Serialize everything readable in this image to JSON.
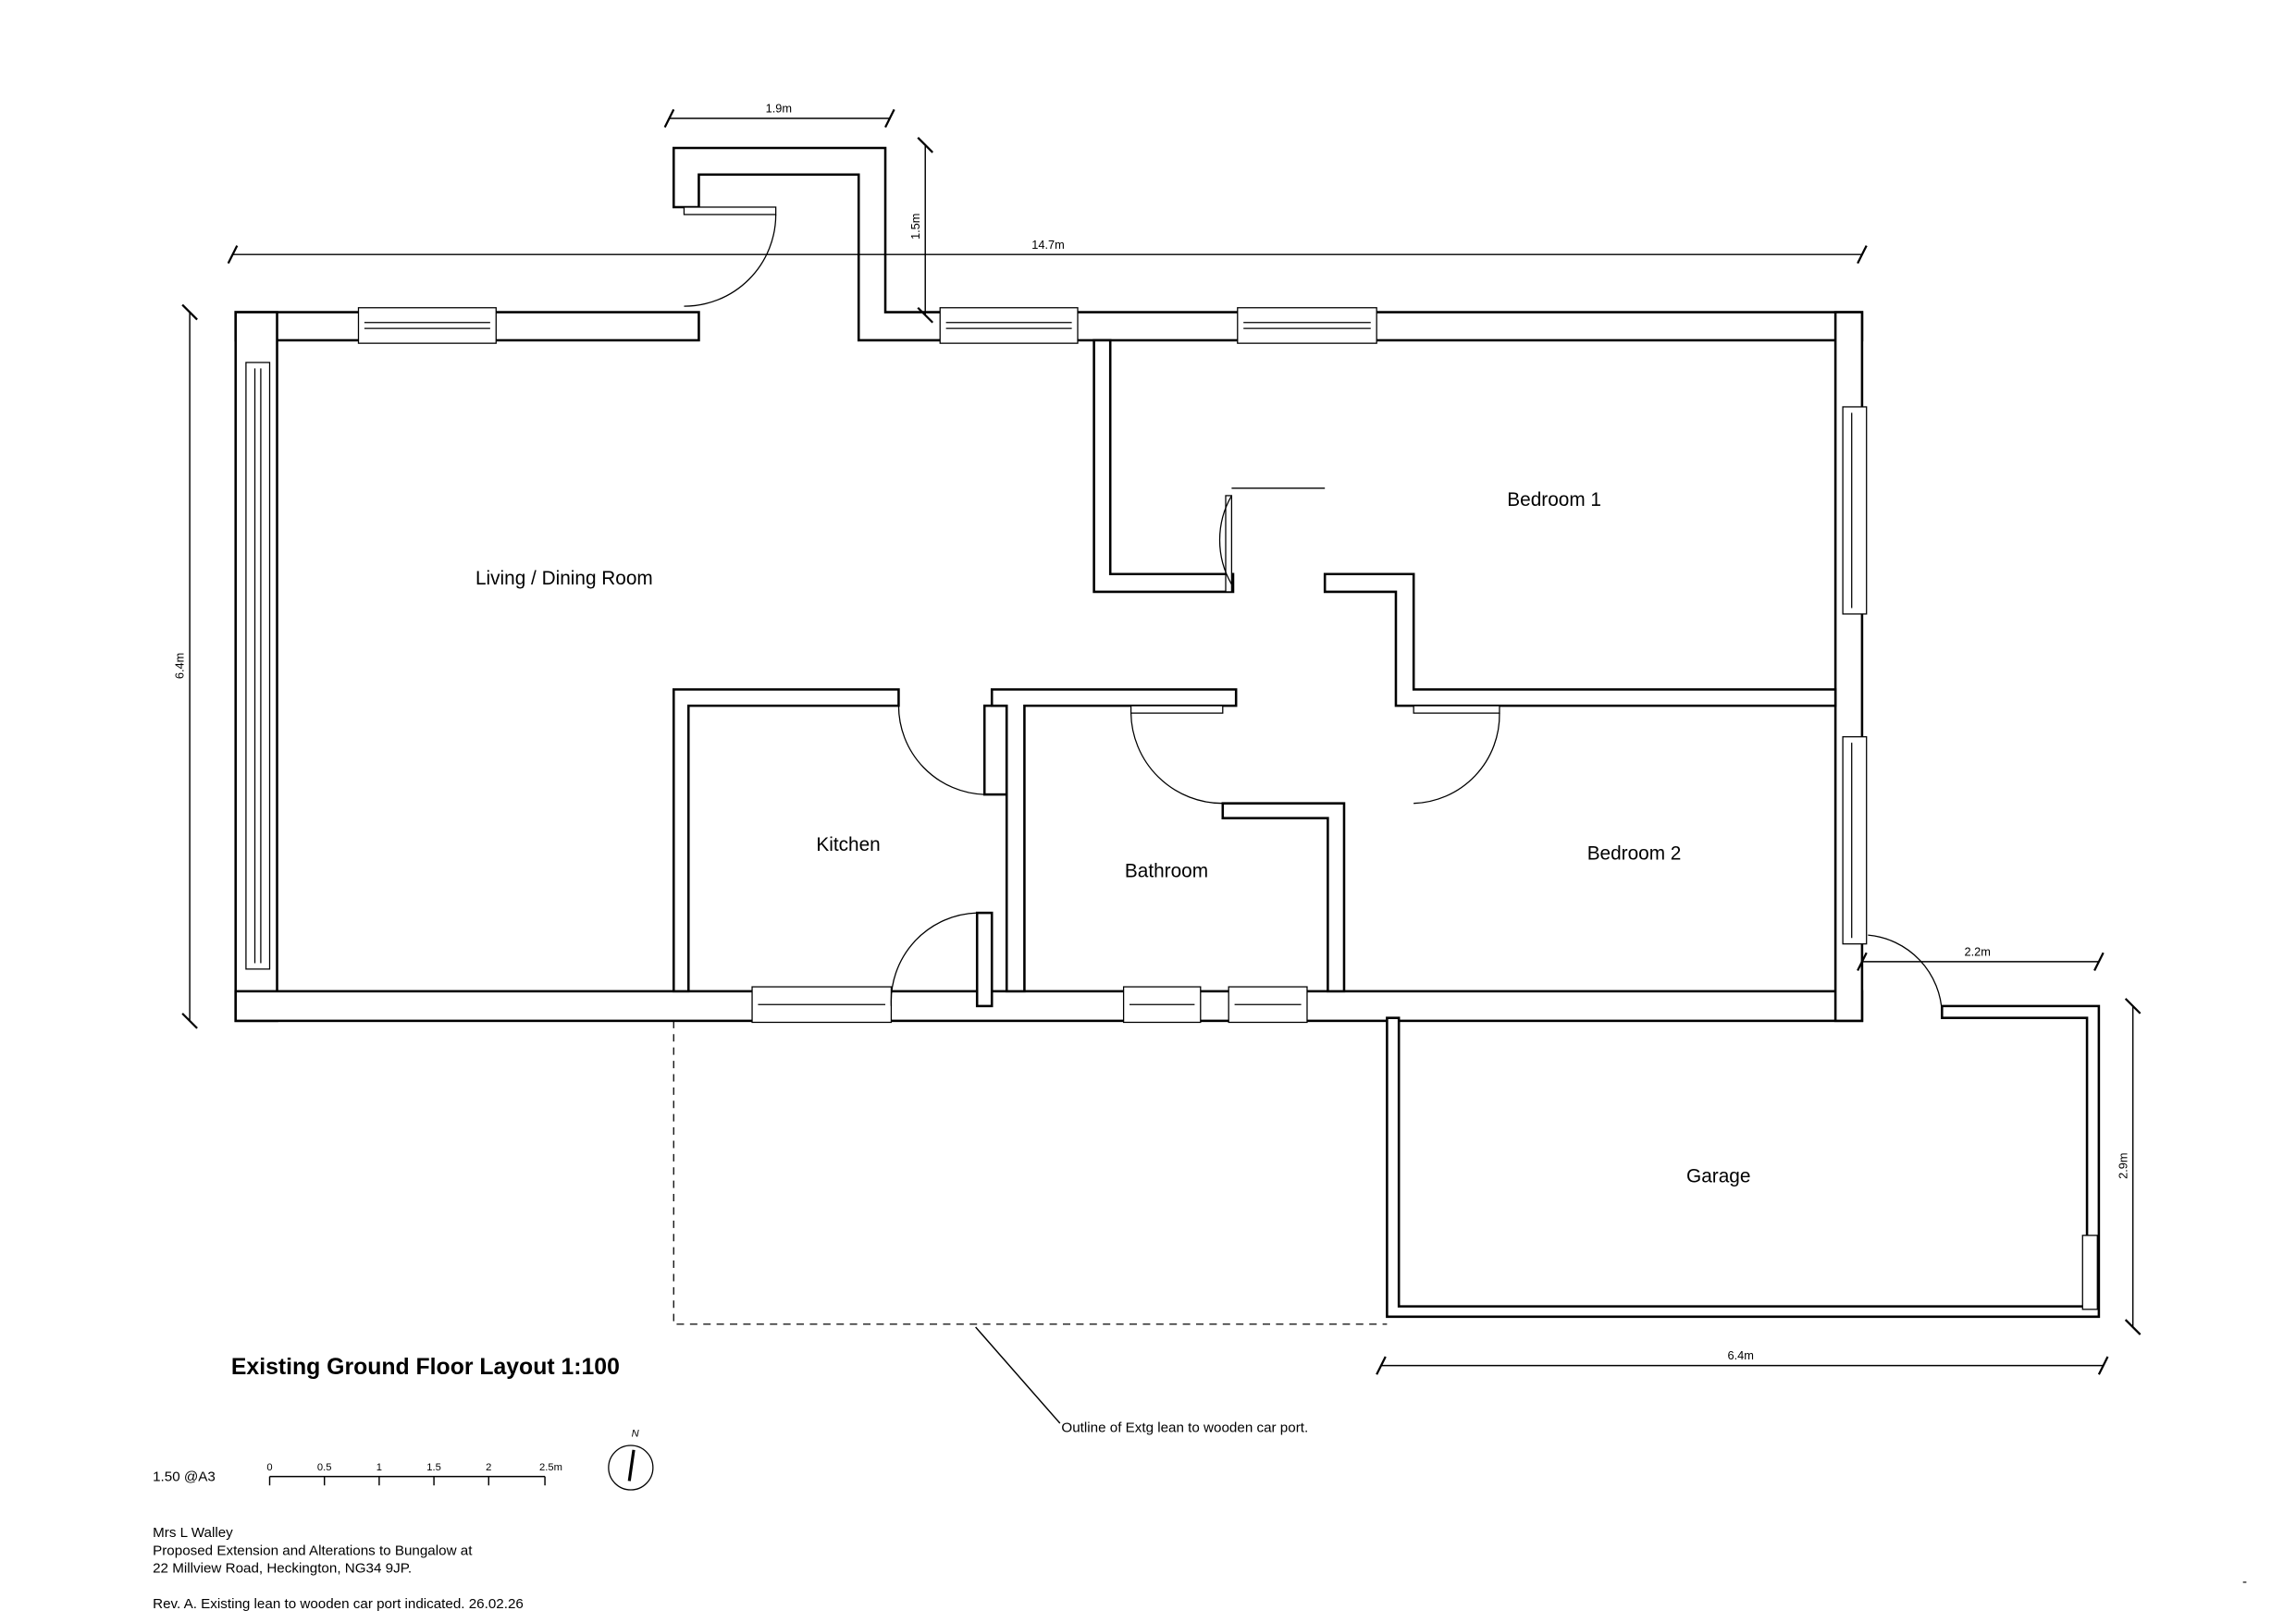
{
  "title": "Existing Ground Floor Layout 1:100",
  "rooms": {
    "living": "Living / Dining Room",
    "bedroom1": "Bedroom 1",
    "bedroom2": "Bedroom 2",
    "kitchen": "Kitchen",
    "bathroom": "Bathroom",
    "garage": "Garage"
  },
  "dimensions": {
    "porch_width": "1.9m",
    "porch_depth": "1.5m",
    "overall_width": "14.7m",
    "overall_depth": "6.4m",
    "garage_offset": "2.2m",
    "garage_depth": "2.9m",
    "garage_width": "6.4m"
  },
  "annotation": "Outline of Extg lean to wooden car port.",
  "scale": {
    "label": "1.50 @A3",
    "ticks": [
      "0",
      "0.5",
      "1",
      "1.5",
      "2",
      "2.5m"
    ]
  },
  "north_label": "N",
  "notes": {
    "client": "Mrs L Walley",
    "project": "Proposed Extension and Alterations to Bungalow at",
    "address": "22 Millview Road, Heckington, NG34 9JP.",
    "revision": "Rev. A. Existing lean to wooden car port indicated. 26.02.26"
  },
  "corner_mark": "-"
}
